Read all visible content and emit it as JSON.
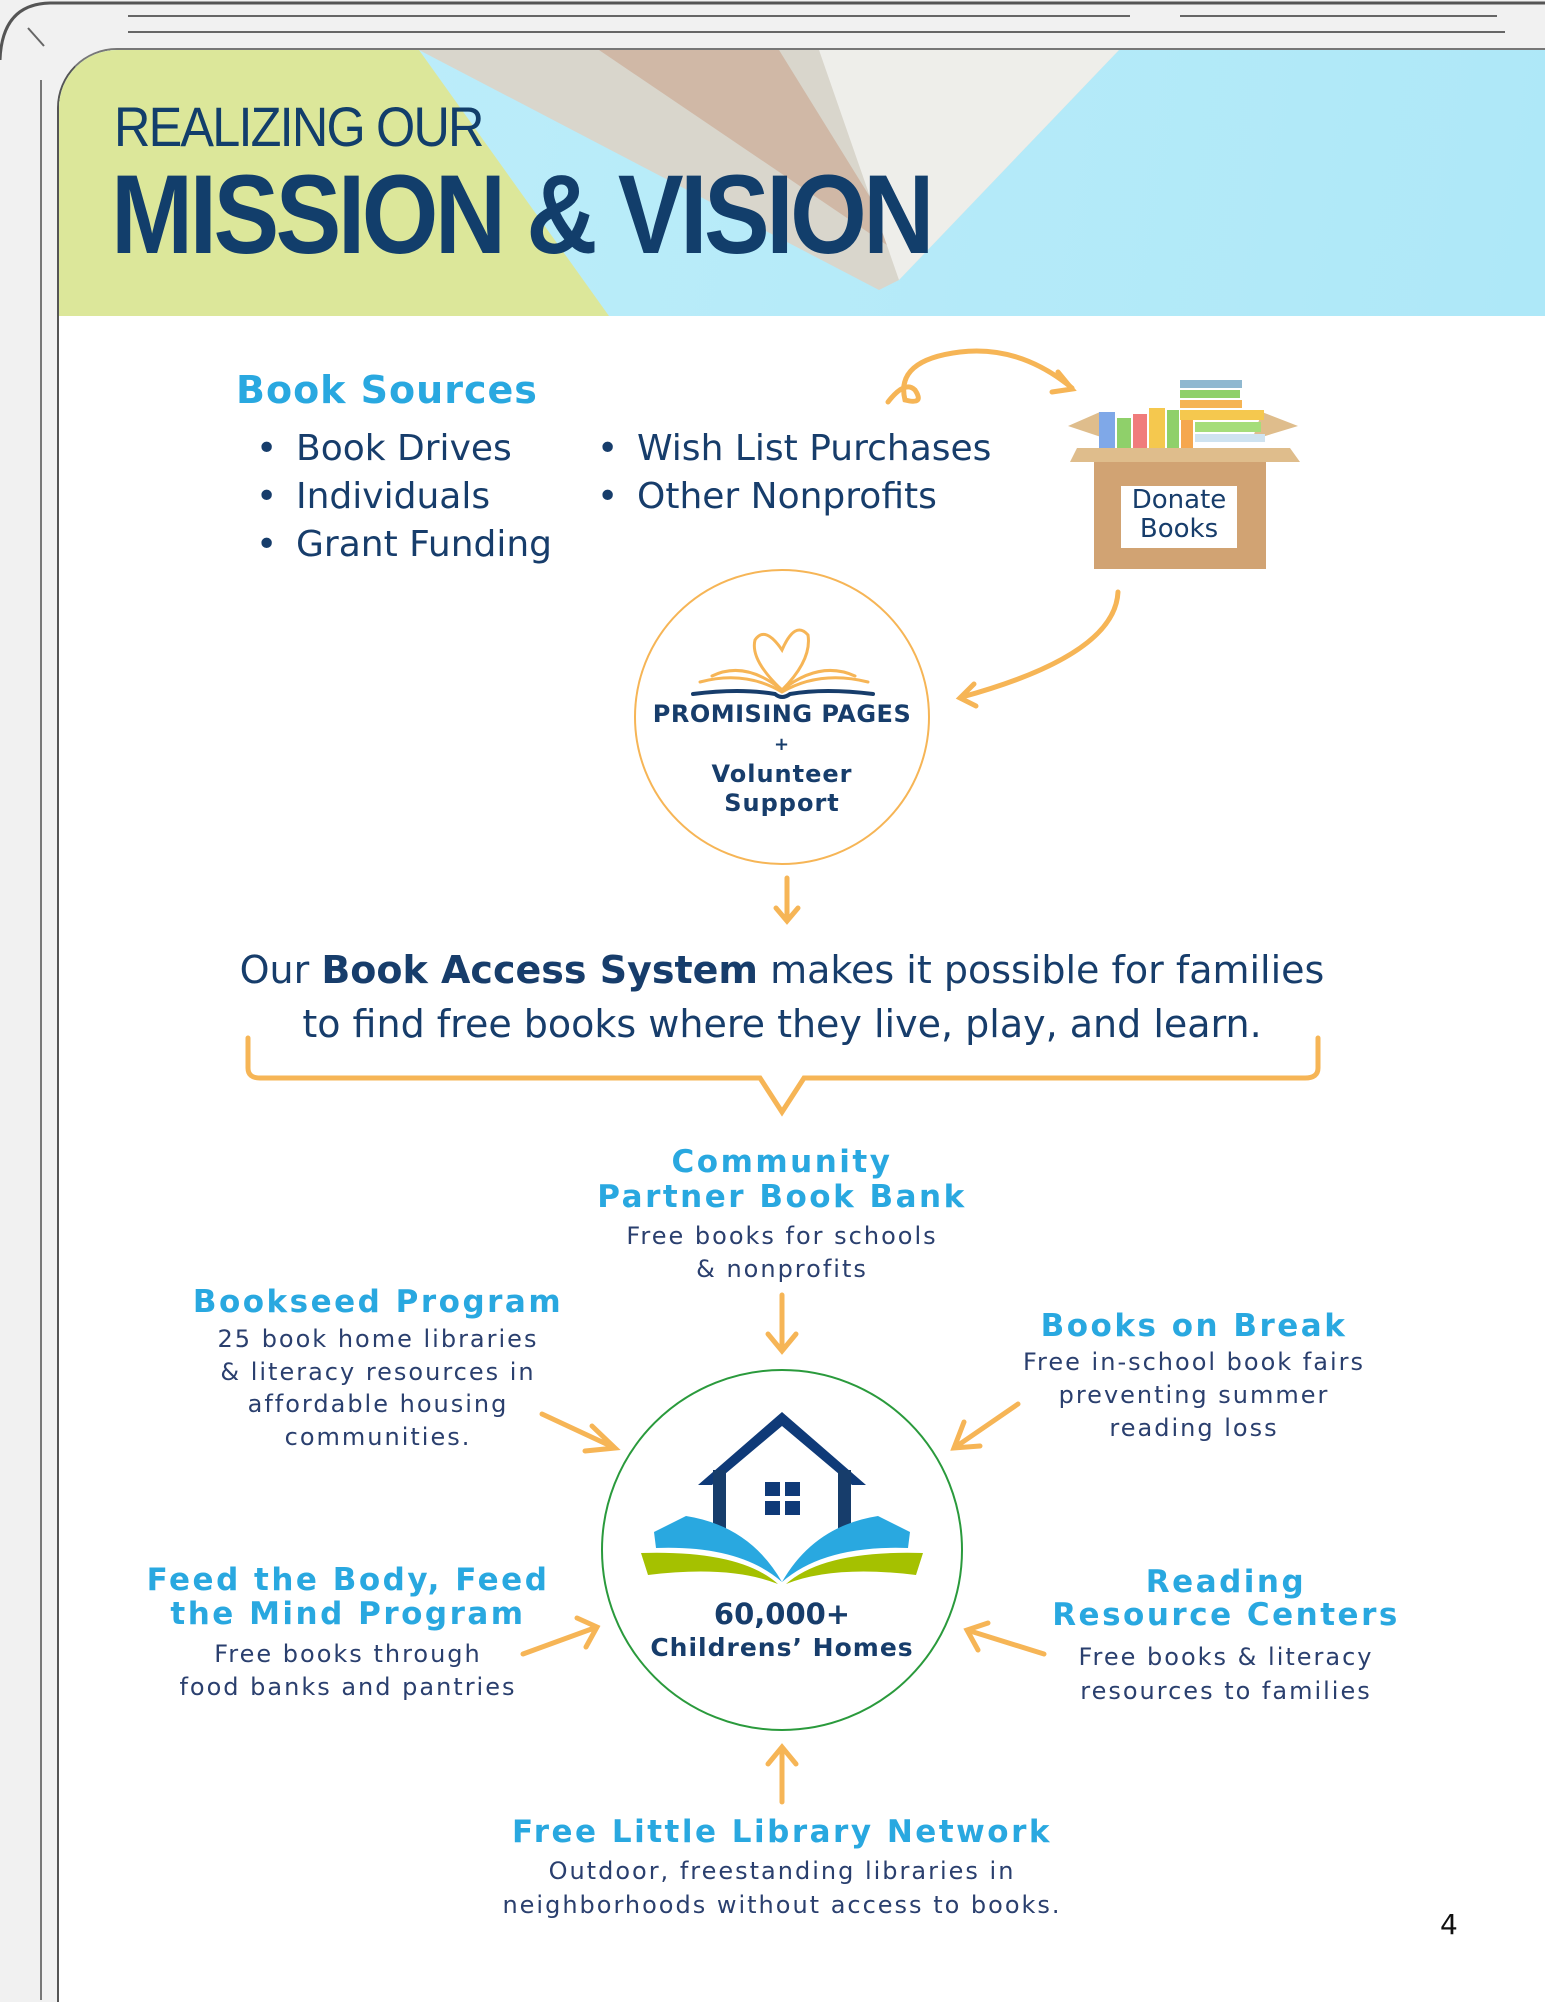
{
  "header": {
    "line1": "REALIZING OUR",
    "line2": "MISSION & VISION"
  },
  "book_sources": {
    "title": "Book Sources",
    "col1": [
      "Book Drives",
      "Individuals",
      "Grant Funding"
    ],
    "col2": [
      "Wish List Purchases",
      "Other Nonprofits"
    ]
  },
  "donate_box": {
    "line1": "Donate",
    "line2": "Books"
  },
  "promising_pages": {
    "name": "PROMISING PAGES",
    "plus": "+",
    "line1": "Volunteer",
    "line2": "Support"
  },
  "statement": {
    "pre": "Our ",
    "bold": "Book Access System",
    "post": " makes it possible for families",
    "line2": "to find free books where they live, play, and learn."
  },
  "programs": {
    "community": {
      "title1": "Community",
      "title2": "Partner Book Bank",
      "desc1": "Free books for schools",
      "desc2": "& nonprofits"
    },
    "bookseed": {
      "title": "Bookseed Program",
      "desc1": "25 book home libraries",
      "desc2": "& literacy resources in",
      "desc3": "affordable housing",
      "desc4": "communities."
    },
    "books_on_break": {
      "title": "Books on Break",
      "desc1": "Free in-school book fairs",
      "desc2": "preventing summer",
      "desc3": "reading loss"
    },
    "feed": {
      "title1": "Feed the Body, Feed",
      "title2": "the Mind Program",
      "desc1": "Free books through",
      "desc2": "food banks and pantries"
    },
    "reading": {
      "title1": "Reading",
      "title2": "Resource Centers",
      "desc1": "Free books & literacy",
      "desc2": "resources to families"
    },
    "library": {
      "title": "Free Little Library Network",
      "desc1": "Outdoor, freestanding libraries in",
      "desc2": "neighborhoods without access to books."
    }
  },
  "center": {
    "count": "60,000+",
    "label": "Childrens’ Homes"
  },
  "page_number": "4",
  "colors": {
    "navy": "#173d6b",
    "cyan": "#29a8e0",
    "orange": "#f6b556",
    "green": "#2a9a3c",
    "lime": "#a5c100"
  }
}
